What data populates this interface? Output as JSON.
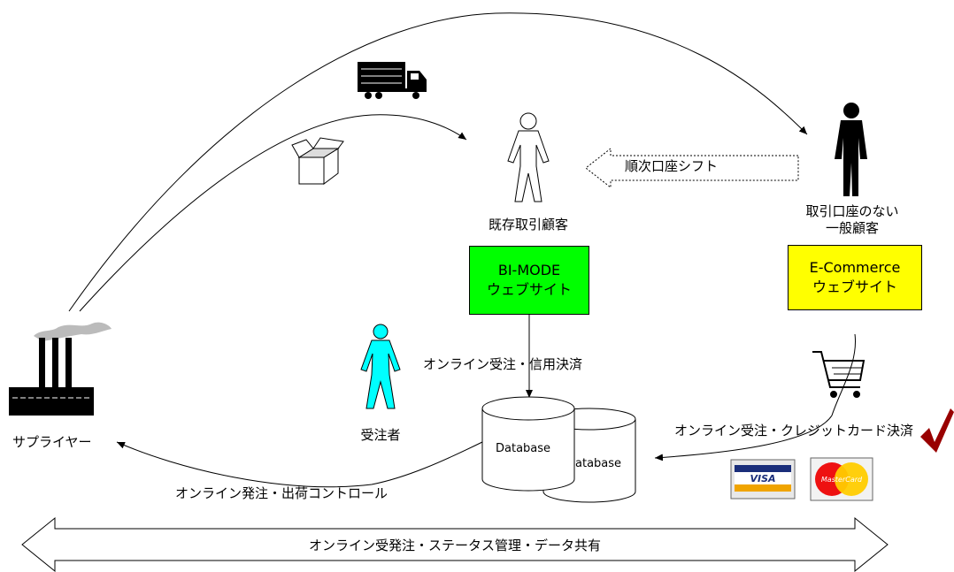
{
  "actors": {
    "existing_customer": "既存取引顧客",
    "general_customer_line1": "取引口座のない",
    "general_customer_line2": "一般顧客",
    "order_receiver": "受注者",
    "supplier": "サプライヤー"
  },
  "boxes": {
    "bimode_line1": "BI-MODE",
    "bimode_line2": "ウェブサイト",
    "ecommerce_line1": "E-Commerce",
    "ecommerce_line2": "ウェブサイト"
  },
  "arrows": {
    "account_shift": "順次口座シフト",
    "online_credit": "オンライン受注・信用決済",
    "online_card": "オンライン受注・クレジットカード決済",
    "online_order_ship": "オンライン発注・出荷コントロール",
    "bottom_banner": "オンライン受発注・ステータス管理・データ共有"
  },
  "databases": {
    "front": "Database",
    "back": "atabase"
  },
  "cards": {
    "visa": "VISA",
    "mastercard": "MasterCard"
  },
  "colors": {
    "bimode_box": "#00ff00",
    "ecommerce_box": "#ffff00",
    "receiver_figure": "#00ffff",
    "check_mark": "#990000"
  }
}
